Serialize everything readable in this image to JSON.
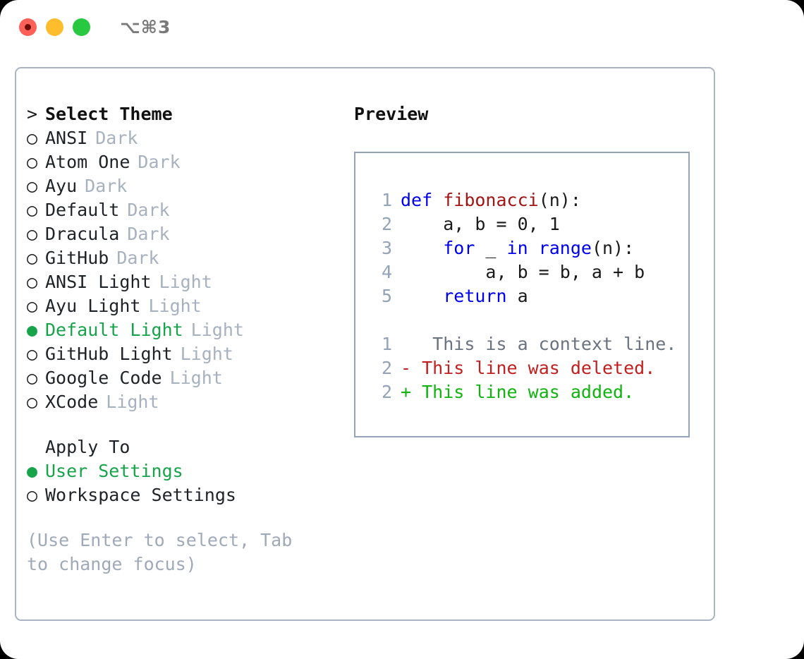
{
  "window": {
    "shortcut": "⌥⌘3",
    "traffic_lights": [
      {
        "name": "close",
        "color": "#ff6058"
      },
      {
        "name": "minimize",
        "color": "#ffbd2e"
      },
      {
        "name": "maximize",
        "color": "#28c840"
      }
    ]
  },
  "colors": {
    "accent_green": "#16a34a",
    "muted": "#a7b1bf",
    "border": "#aab4c2",
    "preview_border": "#94a3b8",
    "keyword": "#0000ee",
    "function": "#a31515",
    "diff_add": "#10b30f",
    "diff_del": "#c02020",
    "diff_ctx": "#6b7280"
  },
  "theme_list": {
    "heading_marker": ">",
    "heading": "Select Theme",
    "marker_unselected": "○",
    "marker_selected": "●",
    "items": [
      {
        "name": "ANSI",
        "kind": "Dark",
        "selected": false
      },
      {
        "name": "Atom One",
        "kind": "Dark",
        "selected": false
      },
      {
        "name": "Ayu",
        "kind": "Dark",
        "selected": false
      },
      {
        "name": "Default",
        "kind": "Dark",
        "selected": false
      },
      {
        "name": "Dracula",
        "kind": "Dark",
        "selected": false
      },
      {
        "name": "GitHub",
        "kind": "Dark",
        "selected": false
      },
      {
        "name": "ANSI Light",
        "kind": "Light",
        "selected": false
      },
      {
        "name": "Ayu Light",
        "kind": "Light",
        "selected": false
      },
      {
        "name": "Default Light",
        "kind": "Light",
        "selected": true
      },
      {
        "name": "GitHub Light",
        "kind": "Light",
        "selected": false
      },
      {
        "name": "Google Code",
        "kind": "Light",
        "selected": false
      },
      {
        "name": "XCode",
        "kind": "Light",
        "selected": false
      }
    ]
  },
  "apply_to": {
    "heading": "Apply To",
    "items": [
      {
        "label": "User Settings",
        "selected": true
      },
      {
        "label": "Workspace Settings",
        "selected": false
      }
    ]
  },
  "hint": "(Use Enter to select, Tab to change focus)",
  "preview": {
    "title": "Preview",
    "code_lines": [
      {
        "number": "1",
        "tokens": [
          {
            "text": "def ",
            "style": "kw"
          },
          {
            "text": "fibonacci",
            "style": "fn"
          },
          {
            "text": "(n):",
            "style": "plain"
          }
        ]
      },
      {
        "number": "2",
        "tokens": [
          {
            "text": "    a, b = 0, 1",
            "style": "plain"
          }
        ]
      },
      {
        "number": "3",
        "tokens": [
          {
            "text": "    ",
            "style": "plain"
          },
          {
            "text": "for",
            "style": "kw"
          },
          {
            "text": " _ ",
            "style": "plain"
          },
          {
            "text": "in range",
            "style": "kw"
          },
          {
            "text": "(n):",
            "style": "plain"
          }
        ]
      },
      {
        "number": "4",
        "tokens": [
          {
            "text": "        a, b = b, a + b",
            "style": "plain"
          }
        ]
      },
      {
        "number": "5",
        "tokens": [
          {
            "text": "    ",
            "style": "plain"
          },
          {
            "text": "return",
            "style": "kw"
          },
          {
            "text": " a",
            "style": "plain"
          }
        ]
      }
    ],
    "diff_lines": [
      {
        "number": "1",
        "sign": " ",
        "text": "This is a context line.",
        "kind": "ctx"
      },
      {
        "number": "2",
        "sign": "-",
        "text": "This line was deleted.",
        "kind": "del"
      },
      {
        "number": "2",
        "sign": "+",
        "text": "This line was added.",
        "kind": "add"
      }
    ]
  }
}
